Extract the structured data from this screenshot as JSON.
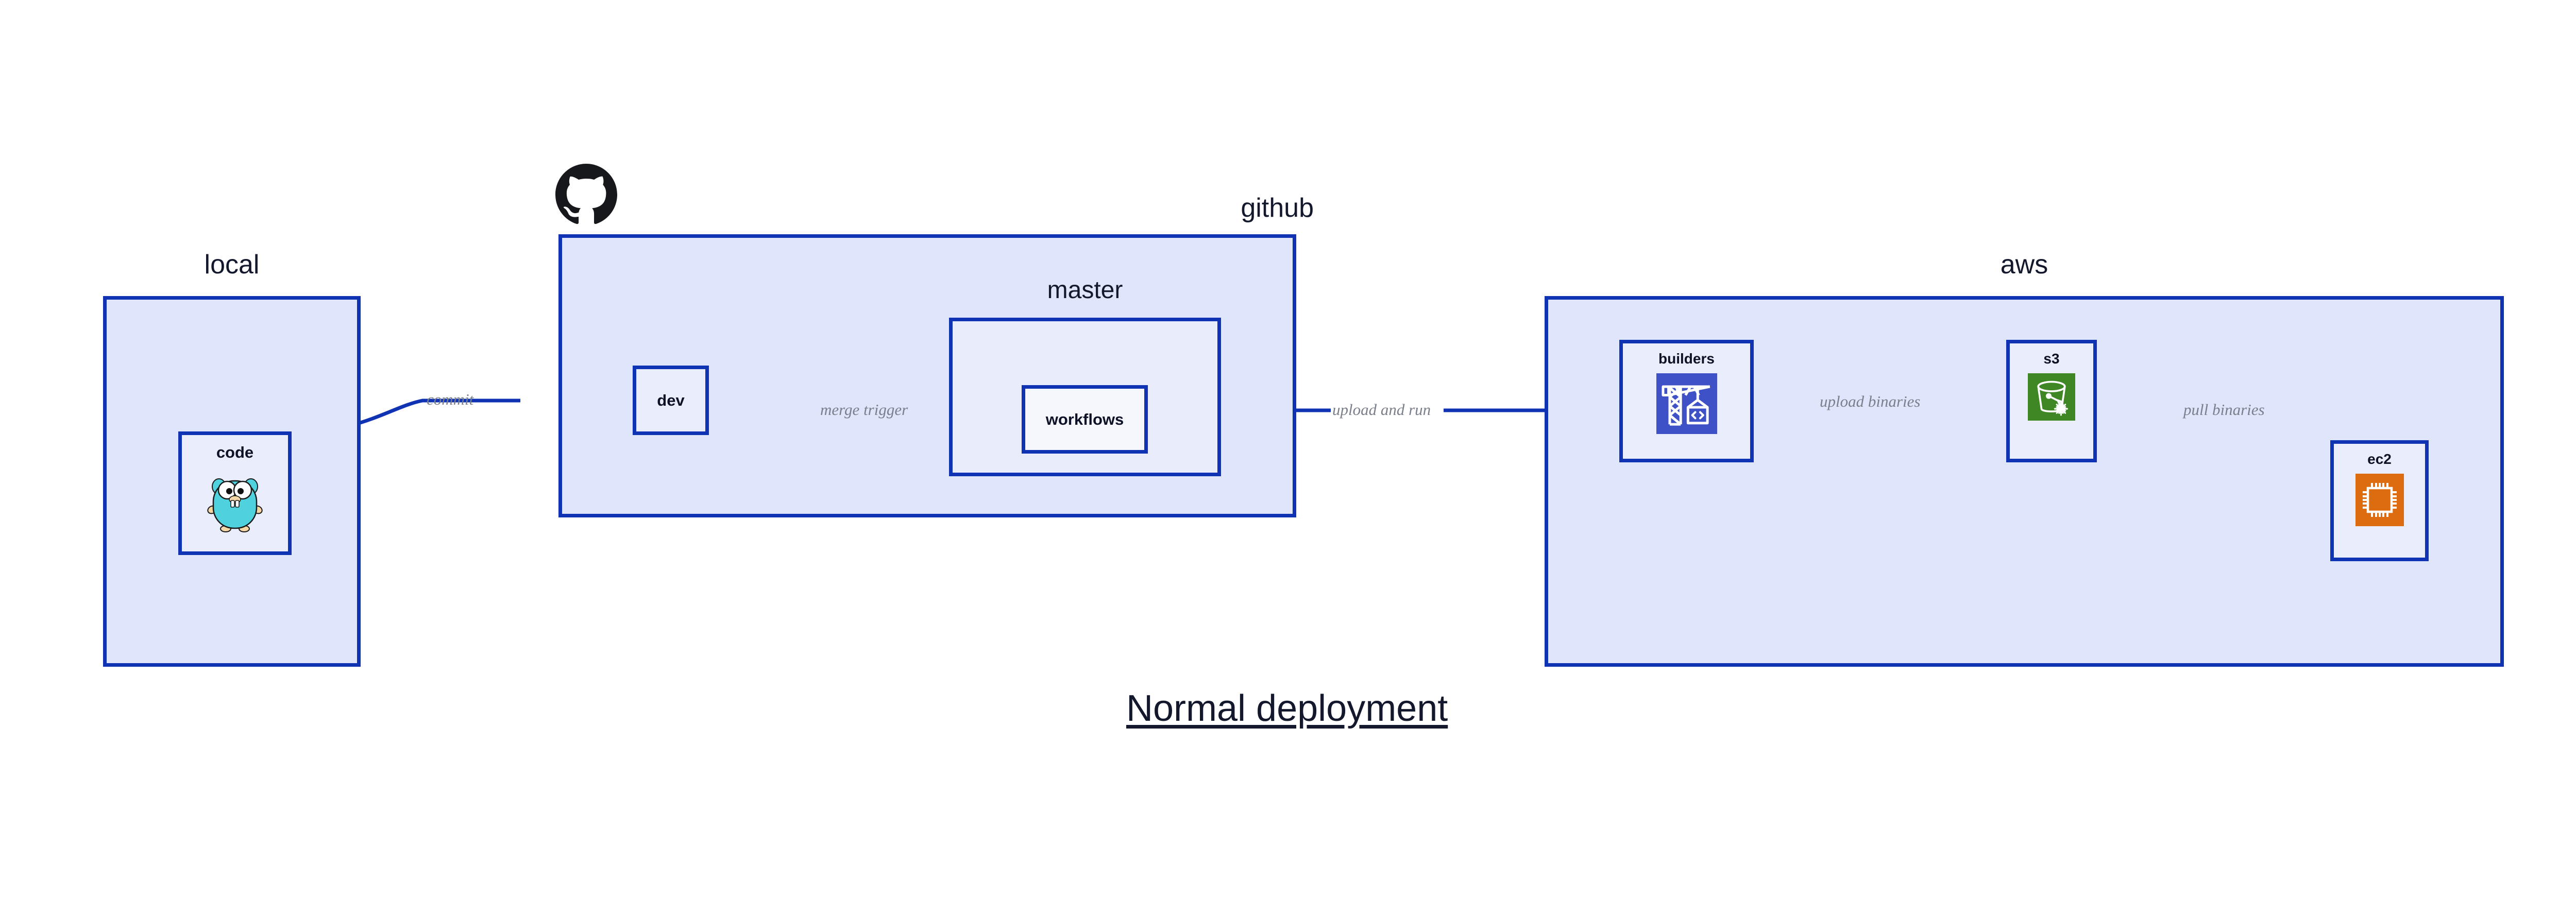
{
  "diagram": {
    "title": "Normal deployment",
    "background": "#ffffff",
    "accent_border": "#1033b3",
    "group_fill": "#dfe5fa",
    "group_fill_inner": "#e8ecfb",
    "node_fill": "#eaeefc",
    "node_fill_white": "#f5f7fd",
    "label_color": "#13182c",
    "edge_label_color": "#7a7f8c"
  },
  "groups": {
    "local": {
      "label": "local"
    },
    "github": {
      "label": "github"
    },
    "master": {
      "label": "master"
    },
    "aws": {
      "label": "aws"
    }
  },
  "nodes": {
    "code": {
      "label": "code",
      "icon": "go-gopher-icon"
    },
    "dev": {
      "label": "dev",
      "icon": "none"
    },
    "workflows": {
      "label": "workflows",
      "icon": "none"
    },
    "builders": {
      "label": "builders",
      "icon": "aws-codebuild-icon",
      "icon_color": "#3f51c7"
    },
    "s3": {
      "label": "s3",
      "icon": "aws-s3-glacier-icon",
      "icon_color": "#3f8624"
    },
    "ec2": {
      "label": "ec2",
      "icon": "aws-ec2-icon",
      "icon_color": "#dd6b10"
    }
  },
  "edges": [
    {
      "id": "commit",
      "label": "commit",
      "from": "code",
      "to": "dev"
    },
    {
      "id": "merge-trigger",
      "label": "merge trigger",
      "from": "dev",
      "to": "workflows"
    },
    {
      "id": "upload-and-run",
      "label": "upload and run",
      "from": "workflows",
      "to": "builders"
    },
    {
      "id": "upload-binaries",
      "label": "upload binaries",
      "from": "builders",
      "to": "s3"
    },
    {
      "id": "pull-binaries",
      "label": "pull binaries",
      "from": "s3",
      "to": "ec2"
    }
  ],
  "logos": {
    "github": {
      "name": "github-logo",
      "color": "#17181c"
    }
  }
}
